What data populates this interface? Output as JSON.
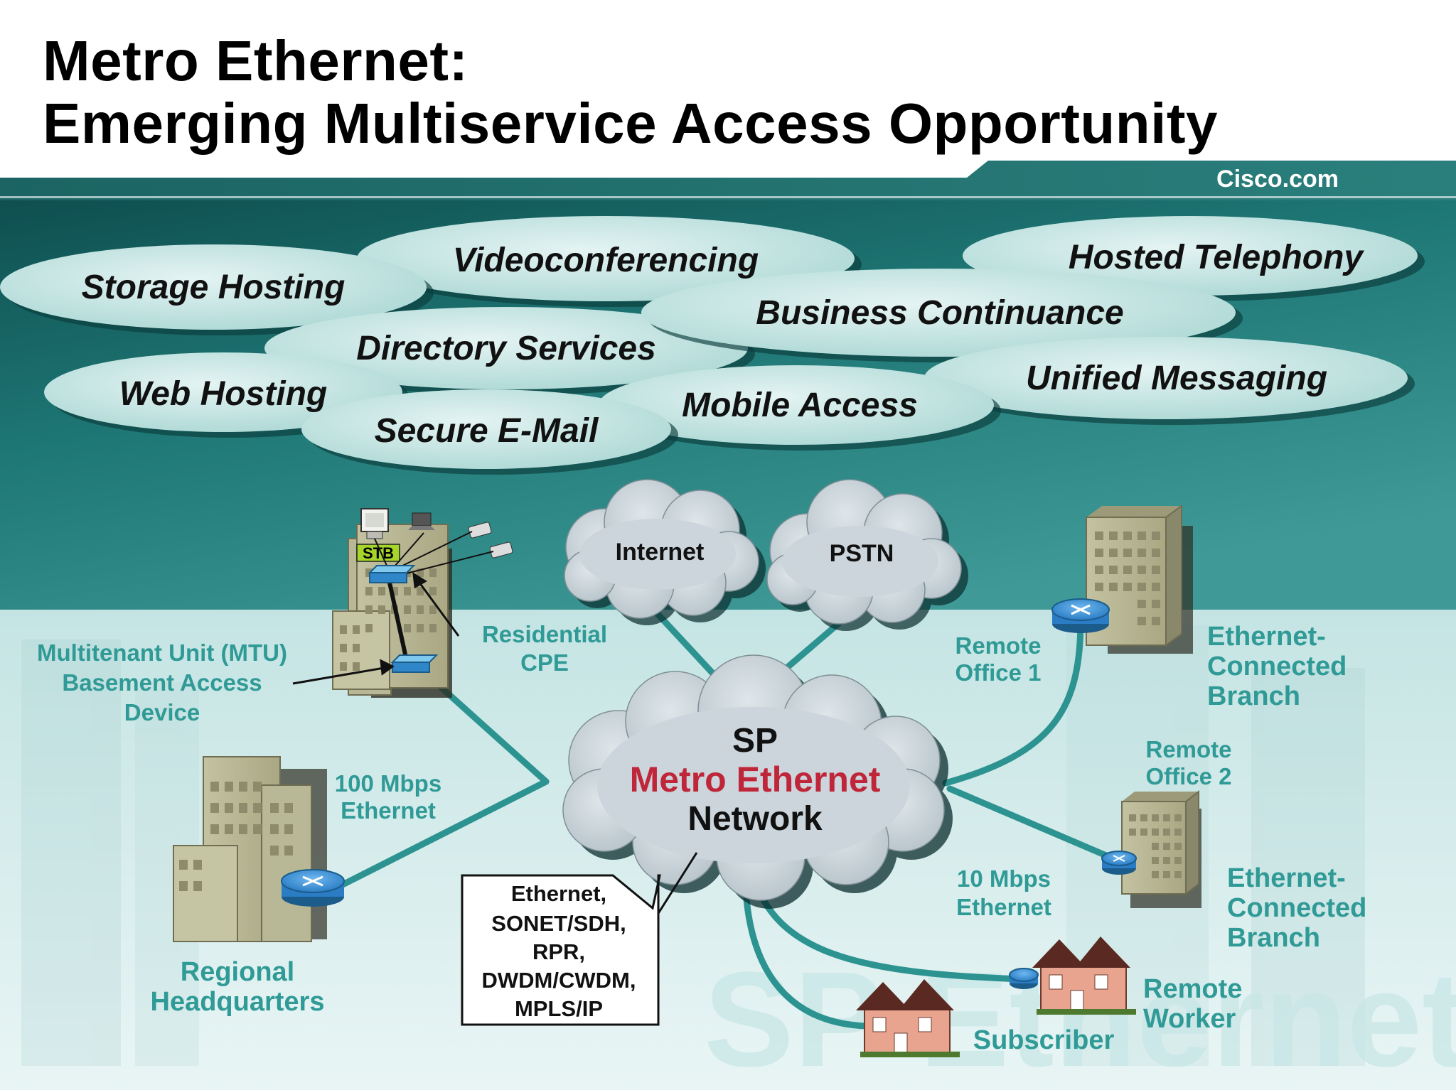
{
  "title": {
    "line1": "Metro Ethernet:",
    "line2": "Emerging Multiservice Access Opportunity"
  },
  "brand": "Cisco.com",
  "services": [
    "Storage Hosting",
    "Videoconferencing",
    "Hosted Telephony",
    "Business Continuance",
    "Directory Services",
    "Web Hosting",
    "Unified Messaging",
    "Mobile Access",
    "Secure E-Mail"
  ],
  "clouds": {
    "internet": "Internet",
    "pstn": "PSTN",
    "sp_line1": "SP",
    "sp_line2": "Metro Ethernet",
    "sp_line3": "Network"
  },
  "labels": {
    "mtu": [
      "Multitenant Unit (MTU)",
      "Basement Access",
      "Device"
    ],
    "residential_cpe": [
      "Residential",
      "CPE"
    ],
    "stb": "STB",
    "remote_office_1": [
      "Remote",
      "Office 1"
    ],
    "branch_1": [
      "Ethernet-",
      "Connected",
      "Branch"
    ],
    "remote_office_2": [
      "Remote",
      "Office 2"
    ],
    "branch_2": [
      "Ethernet-",
      "Connected",
      "Branch"
    ],
    "link_100": [
      "100 Mbps",
      "Ethernet"
    ],
    "link_10": [
      "10 Mbps",
      "Ethernet"
    ],
    "regional_hq": [
      "Regional",
      "Headquarters"
    ],
    "subscriber": "Subscriber",
    "remote_worker": [
      "Remote",
      "Worker"
    ]
  },
  "technologies": [
    "Ethernet,",
    "SONET/SDH,",
    "RPR,",
    "DWDM/CWDM,",
    "MPLS/IP"
  ],
  "colors": {
    "teal_dark": "#1e6f6d",
    "teal_light": "#d4ecec",
    "link": "#2c9391",
    "accent_red": "#c0263a"
  },
  "icons": [
    "building-icon",
    "router-icon",
    "switch-icon",
    "house-icon",
    "cloud-icon",
    "phone-icon",
    "computer-icon"
  ]
}
